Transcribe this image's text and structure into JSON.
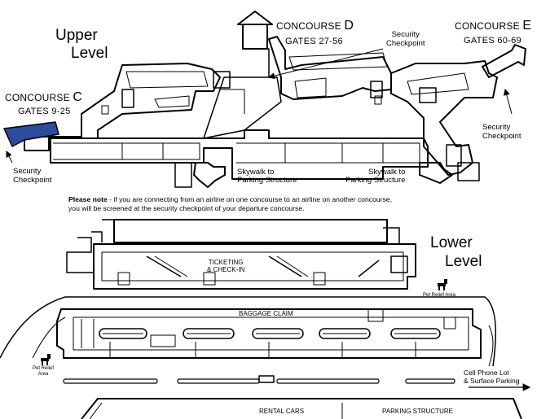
{
  "upper_level": {
    "title_line1": "Upper",
    "title_line2": "Level",
    "concourse_c": {
      "prefix": "CONCOURSE",
      "letter": "C",
      "gates": "GATES 9-25",
      "highlight_color": "#2b4c9b"
    },
    "concourse_d": {
      "prefix": "CONCOURSE",
      "letter": "D",
      "gates": "GATES 27-56"
    },
    "concourse_e": {
      "prefix": "CONCOURSE",
      "letter": "E",
      "gates": "GATES 60-69"
    },
    "checkpoint_top_line1": "Security",
    "checkpoint_top_line2": "Checkpoint",
    "checkpoint_right_line1": "Security",
    "checkpoint_right_line2": "Checkpoint",
    "checkpoint_left_line1": "Security",
    "checkpoint_left_line2": "Checkpoint",
    "skywalk_left_line1": "Skywalk to",
    "skywalk_left_line2": "Parking Structure",
    "skywalk_right_line1": "Skywalk to",
    "skywalk_right_line2": "Parking Structure"
  },
  "note": {
    "bold": "Please note",
    "line1_rest": " - if you are connecting from an airline on one concourse to an airline on another concourse,",
    "line2": "you will be screened at the security checkpoint of your departure concourse."
  },
  "lower_level": {
    "title_line1": "Lower",
    "title_line2": "Level",
    "ticketing_line1": "TICKETING",
    "ticketing_line2": "& CHECK-IN",
    "baggage_claim": "BAGGAGE CLAIM",
    "pet_relief_right": "Pet Relief Area",
    "pet_relief_left_line1": "Pet Relief",
    "pet_relief_left_line2": "Area",
    "cell_phone_line1": "Cell Phone Lot",
    "cell_phone_line2": "& Surface Parking",
    "rental_cars": "RENTAL CARS",
    "parking_structure": "PARKING STRUCTURE"
  },
  "colors": {
    "line": "#000000",
    "background": "#ffffff",
    "checkpoint_highlight": "#2b4c9b"
  }
}
